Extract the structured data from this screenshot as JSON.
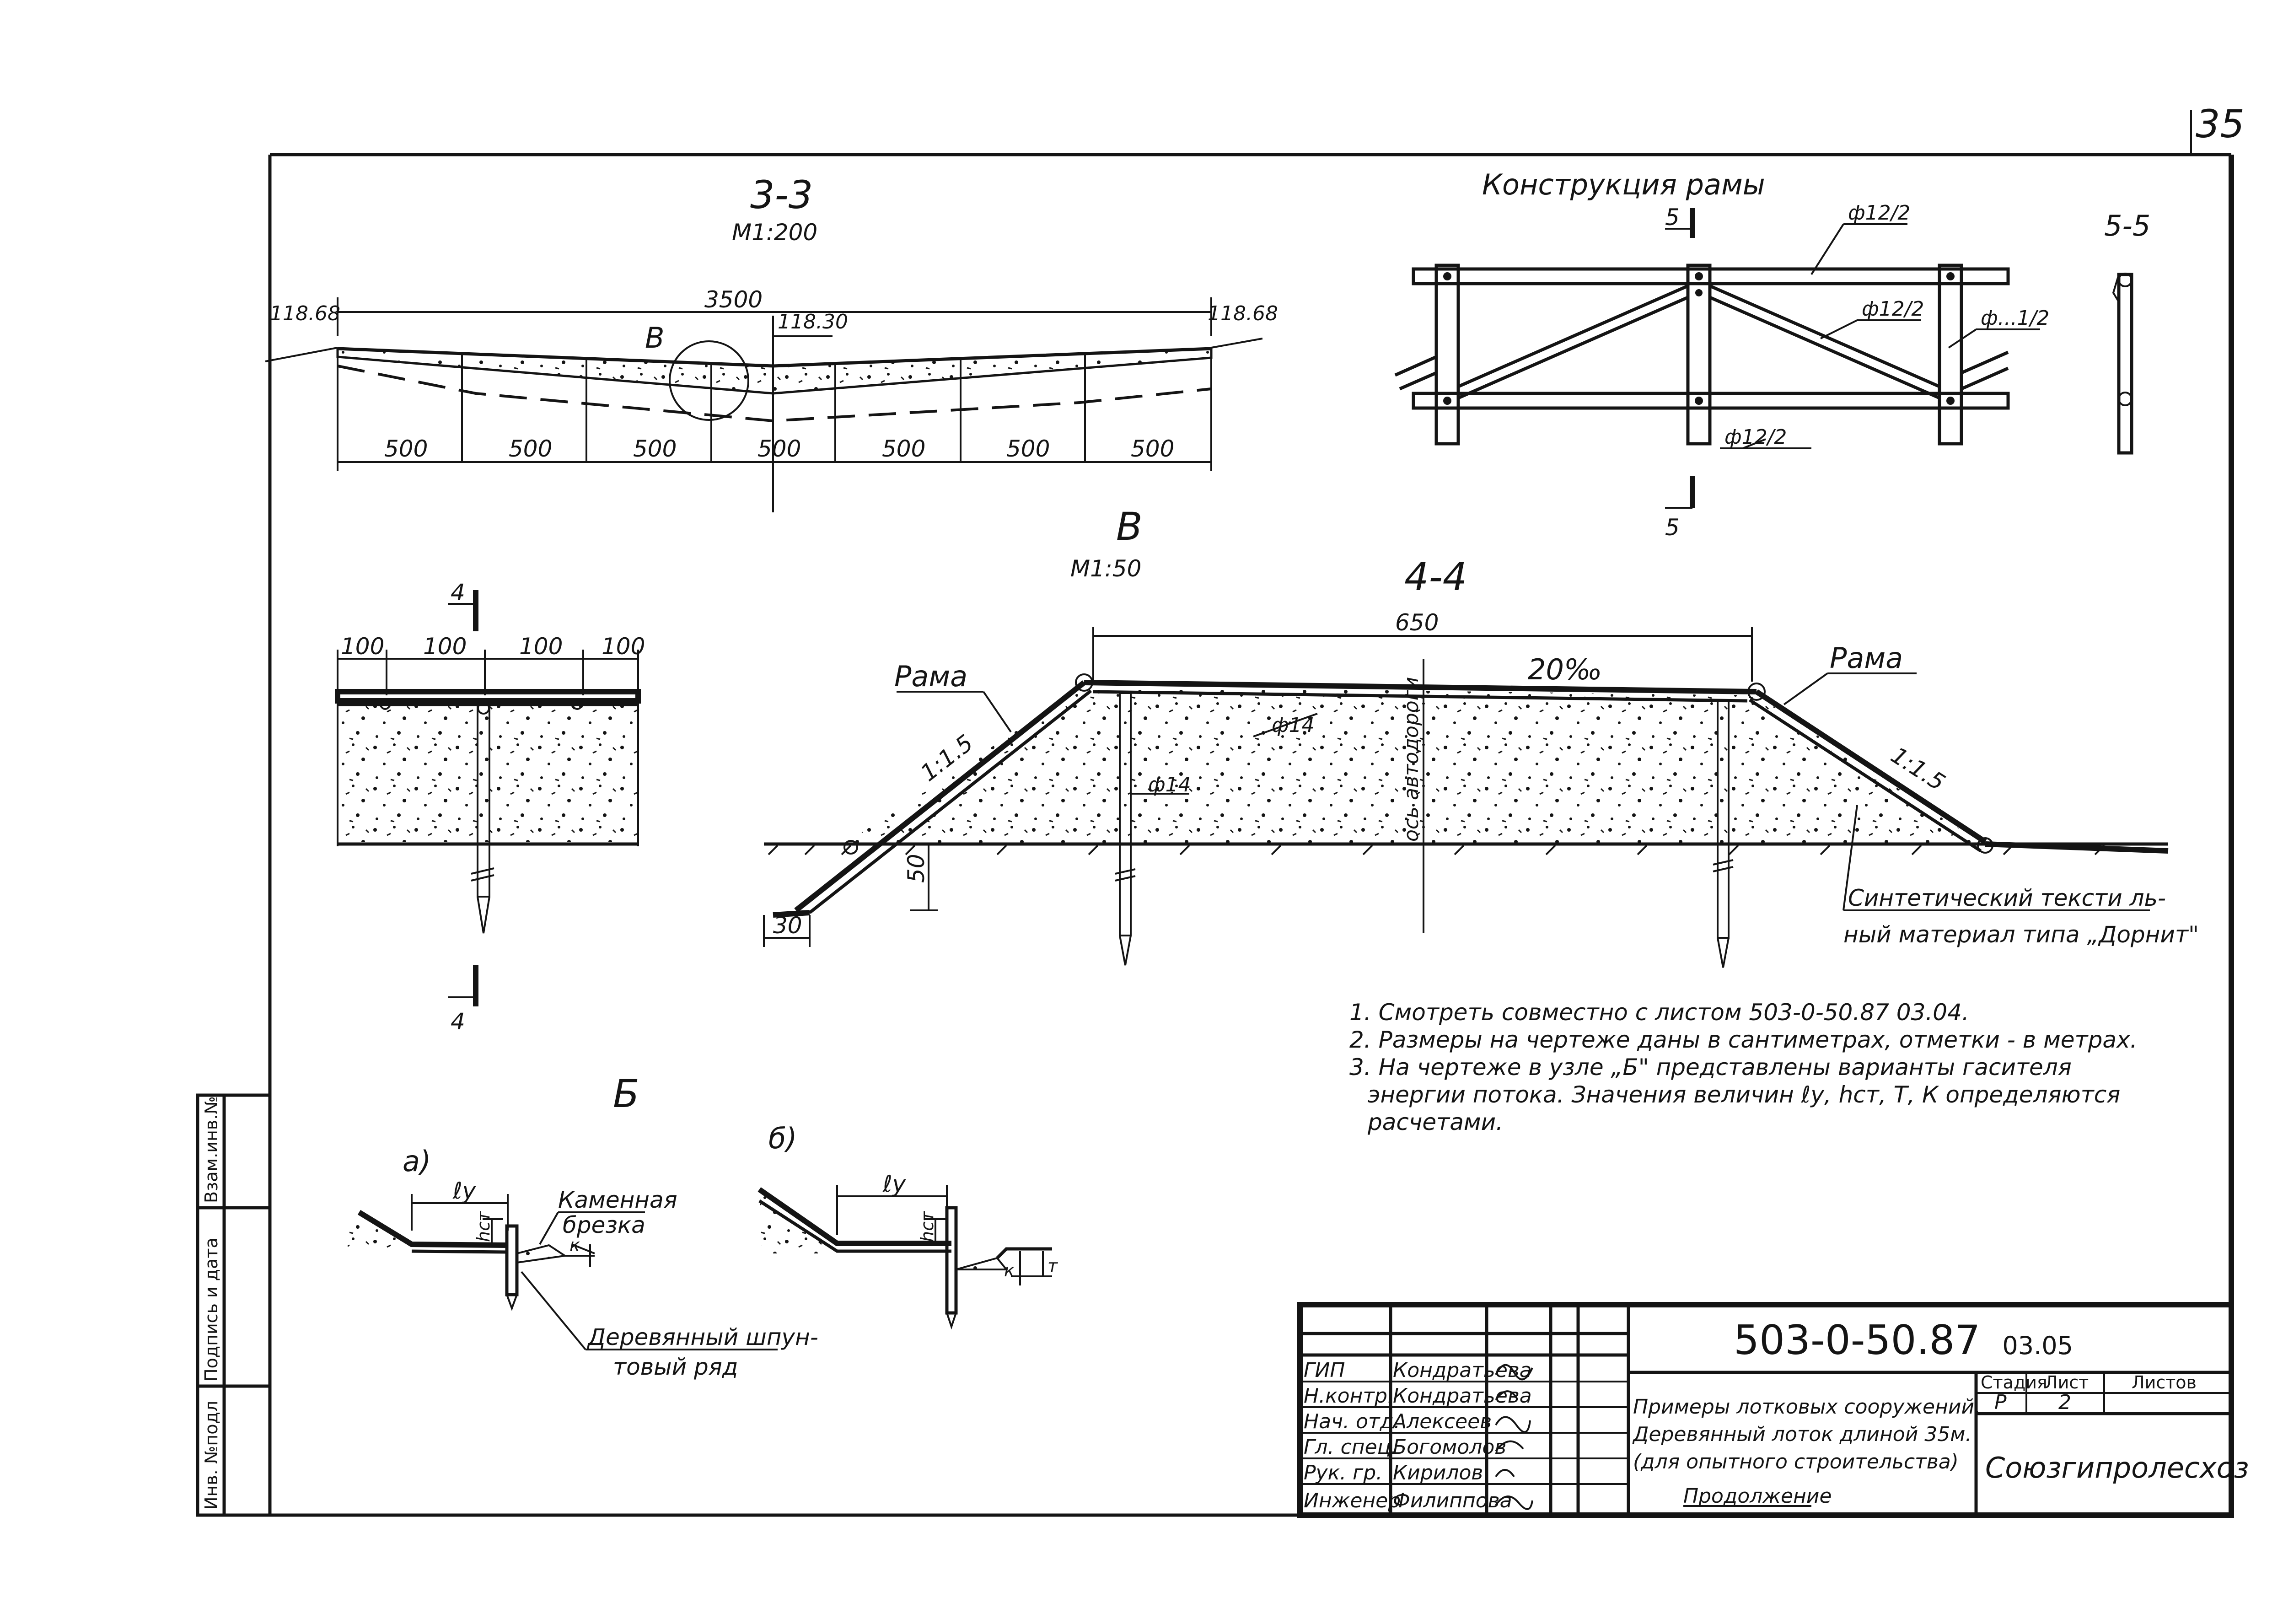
{
  "sheet": {
    "page_number": "35",
    "code_main": "503-0-50.87",
    "code_suffix": "03.05"
  },
  "section_3_3": {
    "title": "3-3",
    "scale": "М1:200",
    "total_length": "3500",
    "left_mark": "118.68",
    "mid_mark": "118.30",
    "right_mark": "118.68",
    "node_label": "В",
    "spans": [
      "500",
      "500",
      "500",
      "500",
      "500",
      "500",
      "500"
    ]
  },
  "frame": {
    "title": "Конструкция рамы",
    "section_title": "5-5",
    "cut_label": "5",
    "labels": [
      "ф12/2",
      "ф12/2",
      "ф...1/2",
      "ф12/2"
    ]
  },
  "node_v": {
    "title": "В",
    "scale": "М1:50"
  },
  "section_4_4": {
    "title": "4-4",
    "cut_label": "4",
    "dims": [
      "100",
      "100",
      "100",
      "100"
    ],
    "width": "650",
    "slope_grade": "20‰",
    "frame_left": "Рама",
    "frame_right": "Рама",
    "slope_left": "1:1.5",
    "slope_right": "1:1.5",
    "pipe1": "ф14",
    "pipe2": "ф14",
    "axis": "ось автодороги",
    "depth": "50",
    "toe": "30",
    "textile_1": "Синтетический тексти ль-",
    "textile_2": "ный материал типа „Дорнит\""
  },
  "notes": [
    "1. Смотреть совместно с листом 503-0-50.87 03.04.",
    "2. Размеры на чертеже даны в сантиметрах, отметки - в метрах.",
    "3. На чертеже в узле „Б\" представлены варианты гасителя",
    "энергии потока. Значения величин ℓу, hст, Т, К определяются",
    "расчетами."
  ],
  "detail_b": {
    "title": "Б",
    "variant_a": "а)",
    "variant_b": "б)",
    "ly": "ℓу",
    "hst": "hст",
    "k": "к",
    "t": "т",
    "stone_1": "Каменная",
    "stone_2": "брезка",
    "sheet_pile_1": "Деревянный шпун-",
    "sheet_pile_2": "товый ряд"
  },
  "side_stamp": {
    "col1": "Инв. №подл",
    "col2": "Подпись и дата",
    "col3": "Взам.инв.№"
  },
  "title_block": {
    "roles": [
      "ГИП",
      "Н.контр.",
      "Нач. отд.",
      "Гл. спец.",
      "Рук. гр.",
      "Инженер"
    ],
    "names": [
      "Кондратьева",
      "Кондратьева",
      "Алексеев",
      "Богомолов",
      "Кирилов",
      "Филиппова"
    ],
    "description": [
      "Примеры лотковых сооружений.",
      "Деревянный лоток длиной 35м.",
      "(для опытного строительства)",
      "Продолжение"
    ],
    "stage_header": "Стадия",
    "sheet_header": "Лист",
    "sheets_header": "Листов",
    "stage": "Р",
    "sheet": "2",
    "organization": "Союзгипролесхоз"
  }
}
